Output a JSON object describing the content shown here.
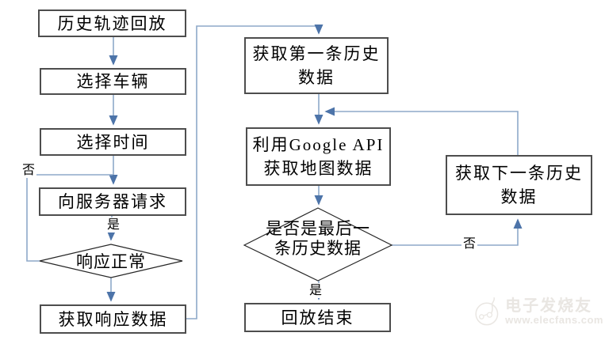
{
  "diagram": {
    "nodes": {
      "start": "历史轨迹回放",
      "select_vehicle": "选择车辆",
      "select_time": "选择时间",
      "request_server": "向服务器请求",
      "response_ok": "响应正常",
      "get_response": "获取响应数据",
      "get_first": [
        "获取第一条历史",
        "数据"
      ],
      "google_api": [
        "利用Google API",
        "获取地图数据"
      ],
      "is_last": [
        "是否是最后一",
        "条历史数据"
      ],
      "playback_end": "回放结束",
      "get_next": [
        "获取下一条历史",
        "数据"
      ]
    },
    "labels": {
      "no_left": "否",
      "yes_left": "是",
      "yes_mid": "是",
      "no_right": "否"
    },
    "colors": {
      "connector": "#8ea9c9",
      "arrowhead": "#4d74a9",
      "box_border": "#4d4d4d",
      "diamond_border": "#262626",
      "text": "#000000",
      "watermark": "#e9e6e2"
    }
  },
  "watermark": {
    "brand": "电子发烧友",
    "url": "www.elecfans.com"
  }
}
